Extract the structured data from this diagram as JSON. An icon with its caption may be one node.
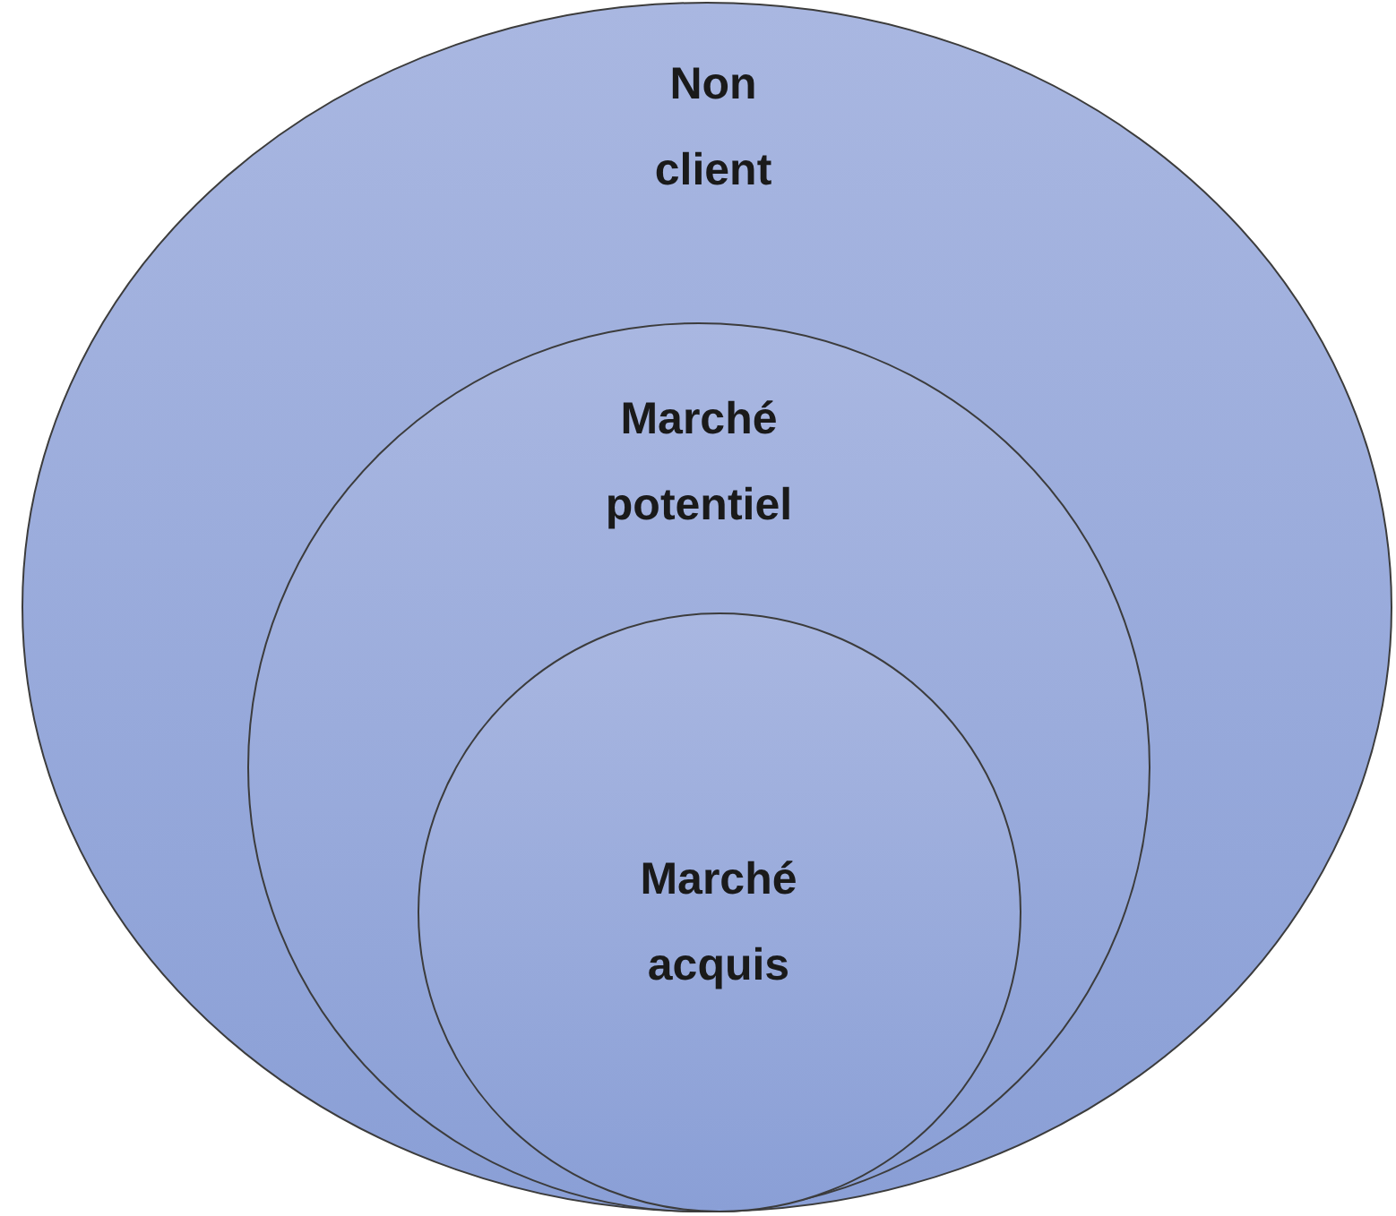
{
  "diagram": {
    "nodes": [
      {
        "text": [
          "Non client"
        ]
      },
      {
        "text": [
          "Marché potentiel"
        ],
        "in": 0
      },
      {
        "text": [
          "Marché acquis"
        ],
        "in": 1
      }
    ]
  }
}
